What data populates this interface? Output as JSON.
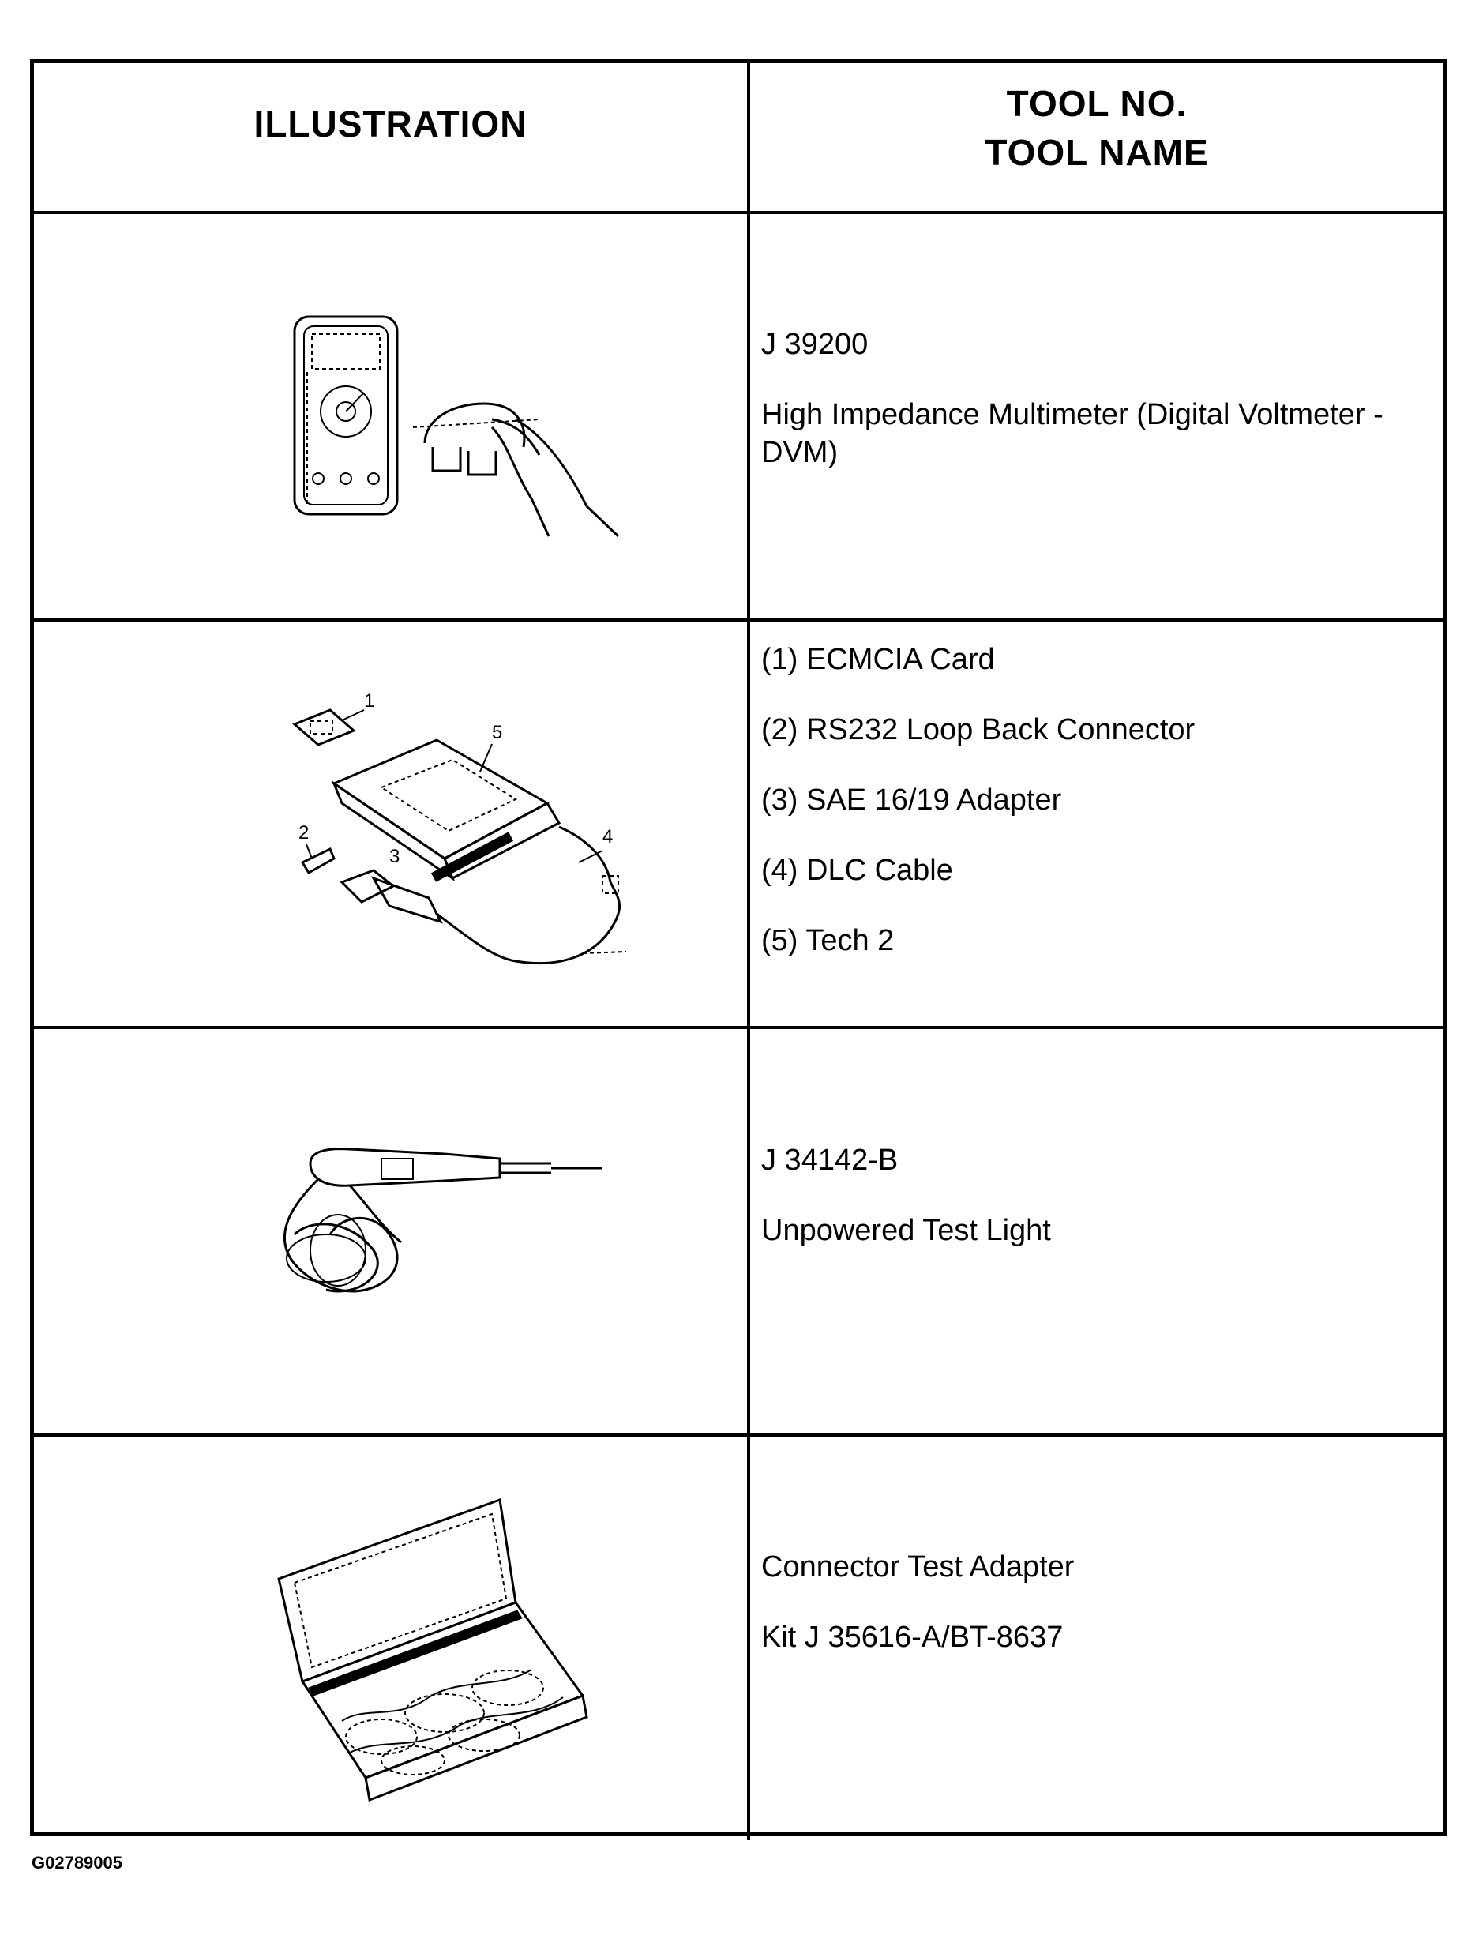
{
  "table": {
    "header": {
      "illustration": "ILLUSTRATION",
      "tool_no": "TOOL NO.",
      "tool_name": "TOOL NAME"
    },
    "rows": [
      {
        "lines": [
          "J 39200",
          "High Impedance Multimeter (Digital Voltmeter - DVM)"
        ]
      },
      {
        "lines": [
          "(1) ECMCIA Card",
          "(2) RS232 Loop Back Connector",
          "(3) SAE 16/19 Adapter",
          "(4) DLC Cable",
          "(5) Tech 2"
        ],
        "callouts": [
          "1",
          "2",
          "3",
          "4",
          "5"
        ]
      },
      {
        "lines": [
          "J 34142-B",
          "Unpowered Test Light"
        ]
      },
      {
        "lines": [
          "Connector Test Adapter",
          "Kit J 35616-A/BT-8637"
        ]
      }
    ]
  },
  "footer": {
    "figure_code": "G02789005"
  }
}
